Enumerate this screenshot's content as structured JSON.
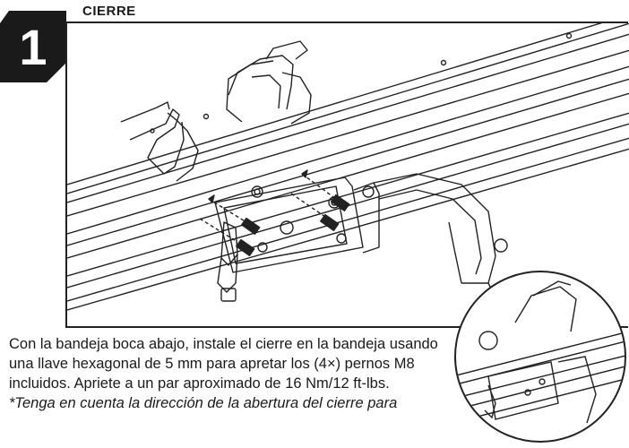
{
  "step": {
    "number": "1",
    "title": "CIERRE"
  },
  "instructions": {
    "main": "Con la bandeja boca abajo, instale el cierre en la bandeja usando una llave hexagonal de 5 mm para apretar los (4×) pernos M8 incluidos. Apriete a un par aproximado de 16 Nm/12 ft-lbs.",
    "note": "*Tenga en cuenta la dirección de la abertura del cierre para"
  },
  "icons": {
    "badge": "hexagon-step-badge",
    "main_illustration": "tray-latch-assembly-drawing",
    "zoom_detail": "circular-zoom-detail"
  },
  "colors": {
    "line": "#222222",
    "badge": "#1a1a1a"
  }
}
